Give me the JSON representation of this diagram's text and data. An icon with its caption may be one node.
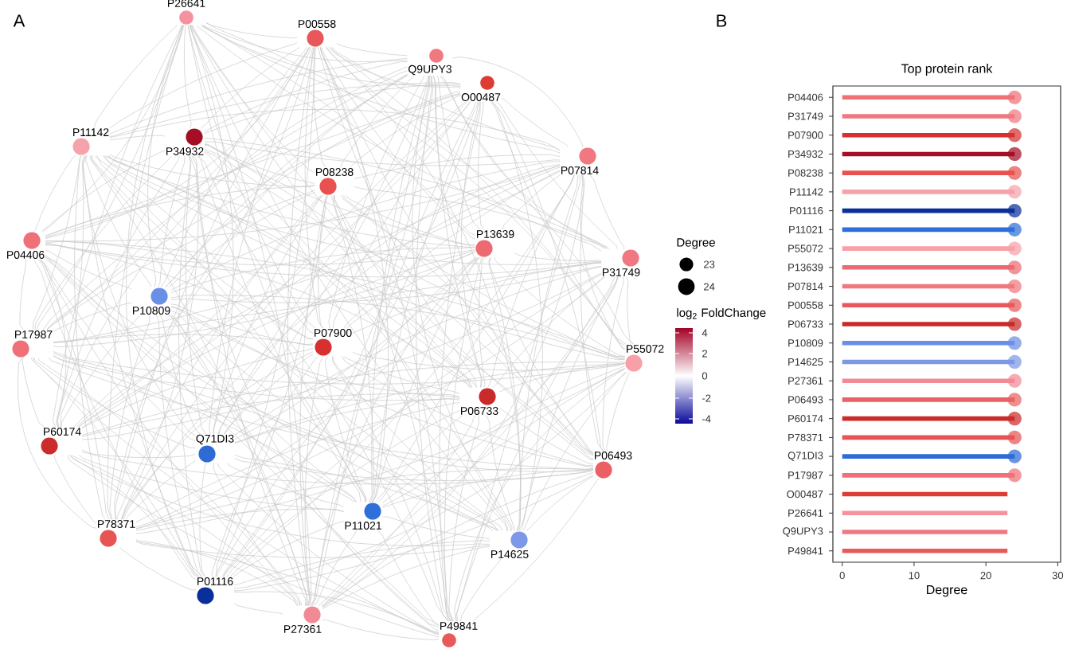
{
  "diagram": {
    "nodes": [
      {
        "text": [
          "P26641"
        ]
      },
      {
        "text": [
          "P00558"
        ]
      },
      {
        "text": [
          "Q9UPY3"
        ]
      },
      {
        "text": [
          "O00487"
        ]
      },
      {
        "text": [
          "P34932"
        ]
      },
      {
        "text": [
          "P11142"
        ]
      },
      {
        "text": [
          "P07814"
        ]
      },
      {
        "text": [
          "P08238"
        ]
      },
      {
        "text": [
          "P04406"
        ]
      },
      {
        "text": [
          "P13639"
        ]
      },
      {
        "text": [
          "P31749"
        ]
      },
      {
        "text": [
          "P10809"
        ]
      },
      {
        "text": [
          "P07900"
        ]
      },
      {
        "text": [
          "P17987"
        ]
      },
      {
        "text": [
          "P55072"
        ]
      },
      {
        "text": [
          "P06733"
        ]
      },
      {
        "text": [
          "P60174"
        ]
      },
      {
        "text": [
          "Q71DI3"
        ]
      },
      {
        "text": [
          "P06493"
        ]
      },
      {
        "text": [
          "P11021"
        ]
      },
      {
        "text": [
          "P78371"
        ]
      },
      {
        "text": [
          "P14625"
        ]
      },
      {
        "text": [
          "P01116"
        ]
      },
      {
        "text": [
          "P27361"
        ]
      },
      {
        "text": [
          "P49841"
        ]
      }
    ],
    "edges": [
      {
        "from": 0,
        "to": 1,
        "arrow": "none"
      },
      {
        "from": 0,
        "to": 2,
        "arrow": "none"
      },
      {
        "from": 0,
        "to": 3,
        "arrow": "none"
      },
      {
        "from": 0,
        "to": 4,
        "arrow": "none"
      },
      {
        "from": 0,
        "to": 5,
        "arrow": "none"
      },
      {
        "from": 0,
        "to": 6,
        "arrow": "none"
      },
      {
        "from": 0,
        "to": 7,
        "arrow": "none"
      },
      {
        "from": 0,
        "to": 8,
        "arrow": "none"
      },
      {
        "from": 0,
        "to": 9,
        "arrow": "none"
      },
      {
        "from": 0,
        "to": 10,
        "arrow": "none"
      },
      {
        "from": 0,
        "to": 11,
        "arrow": "none"
      },
      {
        "from": 0,
        "to": 12,
        "arrow": "none"
      },
      {
        "from": 0,
        "to": 13,
        "arrow": "none"
      },
      {
        "from": 0,
        "to": 14,
        "arrow": "none"
      },
      {
        "from": 0,
        "to": 15,
        "arrow": "none"
      },
      {
        "from": 0,
        "to": 16,
        "arrow": "none"
      },
      {
        "from": 0,
        "to": 17,
        "arrow": "none"
      },
      {
        "from": 0,
        "to": 18,
        "arrow": "none"
      },
      {
        "from": 0,
        "to": 19,
        "arrow": "none"
      },
      {
        "from": 0,
        "to": 20,
        "arrow": "none"
      },
      {
        "from": 0,
        "to": 21,
        "arrow": "none"
      },
      {
        "from": 0,
        "to": 22,
        "arrow": "none"
      },
      {
        "from": 0,
        "to": 23,
        "arrow": "none"
      },
      {
        "from": 1,
        "to": 2,
        "arrow": "none"
      },
      {
        "from": 1,
        "to": 3,
        "arrow": "none"
      },
      {
        "from": 1,
        "to": 4,
        "arrow": "none"
      },
      {
        "from": 1,
        "to": 5,
        "arrow": "none"
      },
      {
        "from": 1,
        "to": 6,
        "arrow": "none"
      },
      {
        "from": 1,
        "to": 7,
        "arrow": "none"
      },
      {
        "from": 1,
        "to": 8,
        "arrow": "none"
      },
      {
        "from": 1,
        "to": 9,
        "arrow": "none"
      },
      {
        "from": 1,
        "to": 10,
        "arrow": "none"
      },
      {
        "from": 1,
        "to": 11,
        "arrow": "none"
      },
      {
        "from": 1,
        "to": 12,
        "arrow": "none"
      },
      {
        "from": 1,
        "to": 13,
        "arrow": "none"
      },
      {
        "from": 1,
        "to": 14,
        "arrow": "none"
      },
      {
        "from": 1,
        "to": 15,
        "arrow": "none"
      },
      {
        "from": 1,
        "to": 16,
        "arrow": "none"
      },
      {
        "from": 1,
        "to": 17,
        "arrow": "none"
      },
      {
        "from": 1,
        "to": 18,
        "arrow": "none"
      },
      {
        "from": 1,
        "to": 19,
        "arrow": "none"
      },
      {
        "from": 1,
        "to": 20,
        "arrow": "none"
      },
      {
        "from": 1,
        "to": 21,
        "arrow": "none"
      },
      {
        "from": 1,
        "to": 22,
        "arrow": "none"
      },
      {
        "from": 1,
        "to": 23,
        "arrow": "none"
      },
      {
        "from": 1,
        "to": 24,
        "arrow": "none"
      },
      {
        "from": 2,
        "to": 4,
        "arrow": "none"
      },
      {
        "from": 2,
        "to": 5,
        "arrow": "none"
      },
      {
        "from": 2,
        "to": 6,
        "arrow": "none"
      },
      {
        "from": 2,
        "to": 7,
        "arrow": "none"
      },
      {
        "from": 2,
        "to": 8,
        "arrow": "none"
      },
      {
        "from": 2,
        "to": 9,
        "arrow": "none"
      },
      {
        "from": 2,
        "to": 10,
        "arrow": "none"
      },
      {
        "from": 2,
        "to": 11,
        "arrow": "none"
      },
      {
        "from": 2,
        "to": 12,
        "arrow": "none"
      },
      {
        "from": 2,
        "to": 13,
        "arrow": "none"
      },
      {
        "from": 2,
        "to": 14,
        "arrow": "none"
      },
      {
        "from": 2,
        "to": 15,
        "arrow": "none"
      },
      {
        "from": 2,
        "to": 16,
        "arrow": "none"
      },
      {
        "from": 2,
        "to": 17,
        "arrow": "none"
      },
      {
        "from": 2,
        "to": 18,
        "arrow": "none"
      },
      {
        "from": 2,
        "to": 19,
        "arrow": "none"
      },
      {
        "from": 2,
        "to": 20,
        "arrow": "none"
      },
      {
        "from": 2,
        "to": 21,
        "arrow": "none"
      },
      {
        "from": 2,
        "to": 22,
        "arrow": "none"
      },
      {
        "from": 2,
        "to": 23,
        "arrow": "none"
      },
      {
        "from": 2,
        "to": 24,
        "arrow": "none"
      },
      {
        "from": 3,
        "to": 4,
        "arrow": "none"
      },
      {
        "from": 3,
        "to": 5,
        "arrow": "none"
      },
      {
        "from": 3,
        "to": 6,
        "arrow": "none"
      },
      {
        "from": 3,
        "to": 7,
        "arrow": "none"
      },
      {
        "from": 3,
        "to": 8,
        "arrow": "none"
      },
      {
        "from": 3,
        "to": 9,
        "arrow": "none"
      },
      {
        "from": 3,
        "to": 10,
        "arrow": "none"
      },
      {
        "from": 3,
        "to": 11,
        "arrow": "none"
      },
      {
        "from": 3,
        "to": 12,
        "arrow": "none"
      },
      {
        "from": 3,
        "to": 13,
        "arrow": "none"
      },
      {
        "from": 3,
        "to": 14,
        "arrow": "none"
      },
      {
        "from": 3,
        "to": 15,
        "arrow": "none"
      },
      {
        "from": 3,
        "to": 16,
        "arrow": "none"
      },
      {
        "from": 3,
        "to": 17,
        "arrow": "none"
      },
      {
        "from": 3,
        "to": 18,
        "arrow": "none"
      },
      {
        "from": 3,
        "to": 19,
        "arrow": "none"
      },
      {
        "from": 3,
        "to": 20,
        "arrow": "none"
      },
      {
        "from": 3,
        "to": 21,
        "arrow": "none"
      },
      {
        "from": 3,
        "to": 22,
        "arrow": "none"
      },
      {
        "from": 3,
        "to": 23,
        "arrow": "none"
      },
      {
        "from": 3,
        "to": 24,
        "arrow": "none"
      },
      {
        "from": 4,
        "to": 5,
        "arrow": "none"
      },
      {
        "from": 4,
        "to": 6,
        "arrow": "none"
      },
      {
        "from": 4,
        "to": 7,
        "arrow": "none"
      },
      {
        "from": 4,
        "to": 8,
        "arrow": "none"
      },
      {
        "from": 4,
        "to": 9,
        "arrow": "none"
      },
      {
        "from": 4,
        "to": 10,
        "arrow": "none"
      },
      {
        "from": 4,
        "to": 11,
        "arrow": "none"
      },
      {
        "from": 4,
        "to": 12,
        "arrow": "none"
      },
      {
        "from": 4,
        "to": 13,
        "arrow": "none"
      },
      {
        "from": 4,
        "to": 14,
        "arrow": "none"
      },
      {
        "from": 4,
        "to": 15,
        "arrow": "none"
      },
      {
        "from": 4,
        "to": 16,
        "arrow": "none"
      },
      {
        "from": 4,
        "to": 17,
        "arrow": "none"
      },
      {
        "from": 4,
        "to": 18,
        "arrow": "none"
      },
      {
        "from": 4,
        "to": 19,
        "arrow": "none"
      },
      {
        "from": 4,
        "to": 20,
        "arrow": "none"
      },
      {
        "from": 4,
        "to": 21,
        "arrow": "none"
      },
      {
        "from": 4,
        "to": 22,
        "arrow": "none"
      },
      {
        "from": 4,
        "to": 23,
        "arrow": "none"
      },
      {
        "from": 4,
        "to": 24,
        "arrow": "none"
      },
      {
        "from": 5,
        "to": 6,
        "arrow": "none"
      },
      {
        "from": 5,
        "to": 7,
        "arrow": "none"
      },
      {
        "from": 5,
        "to": 8,
        "arrow": "none"
      },
      {
        "from": 5,
        "to": 9,
        "arrow": "none"
      },
      {
        "from": 5,
        "to": 10,
        "arrow": "none"
      },
      {
        "from": 5,
        "to": 11,
        "arrow": "none"
      },
      {
        "from": 5,
        "to": 12,
        "arrow": "none"
      },
      {
        "from": 5,
        "to": 13,
        "arrow": "none"
      },
      {
        "from": 5,
        "to": 14,
        "arrow": "none"
      },
      {
        "from": 5,
        "to": 15,
        "arrow": "none"
      },
      {
        "from": 5,
        "to": 16,
        "arrow": "none"
      },
      {
        "from": 5,
        "to": 17,
        "arrow": "none"
      },
      {
        "from": 5,
        "to": 18,
        "arrow": "none"
      },
      {
        "from": 5,
        "to": 19,
        "arrow": "none"
      },
      {
        "from": 5,
        "to": 20,
        "arrow": "none"
      },
      {
        "from": 5,
        "to": 21,
        "arrow": "none"
      },
      {
        "from": 5,
        "to": 22,
        "arrow": "none"
      },
      {
        "from": 5,
        "to": 23,
        "arrow": "none"
      },
      {
        "from": 5,
        "to": 24,
        "arrow": "none"
      },
      {
        "from": 6,
        "to": 7,
        "arrow": "none"
      },
      {
        "from": 6,
        "to": 8,
        "arrow": "none"
      },
      {
        "from": 6,
        "to": 9,
        "arrow": "none"
      },
      {
        "from": 6,
        "to": 10,
        "arrow": "none"
      },
      {
        "from": 6,
        "to": 11,
        "arrow": "none"
      },
      {
        "from": 6,
        "to": 12,
        "arrow": "none"
      },
      {
        "from": 6,
        "to": 13,
        "arrow": "none"
      },
      {
        "from": 6,
        "to": 14,
        "arrow": "none"
      },
      {
        "from": 6,
        "to": 15,
        "arrow": "none"
      },
      {
        "from": 6,
        "to": 16,
        "arrow": "none"
      },
      {
        "from": 6,
        "to": 17,
        "arrow": "none"
      },
      {
        "from": 6,
        "to": 18,
        "arrow": "none"
      },
      {
        "from": 6,
        "to": 19,
        "arrow": "none"
      },
      {
        "from": 6,
        "to": 20,
        "arrow": "none"
      },
      {
        "from": 6,
        "to": 21,
        "arrow": "none"
      },
      {
        "from": 6,
        "to": 22,
        "arrow": "none"
      },
      {
        "from": 6,
        "to": 23,
        "arrow": "none"
      },
      {
        "from": 6,
        "to": 24,
        "arrow": "none"
      },
      {
        "from": 7,
        "to": 8,
        "arrow": "none"
      },
      {
        "from": 7,
        "to": 9,
        "arrow": "none"
      },
      {
        "from": 7,
        "to": 10,
        "arrow": "none"
      },
      {
        "from": 7,
        "to": 11,
        "arrow": "none"
      },
      {
        "from": 7,
        "to": 12,
        "arrow": "none"
      },
      {
        "from": 7,
        "to": 13,
        "arrow": "none"
      },
      {
        "from": 7,
        "to": 14,
        "arrow": "none"
      },
      {
        "from": 7,
        "to": 15,
        "arrow": "none"
      },
      {
        "from": 7,
        "to": 16,
        "arrow": "none"
      },
      {
        "from": 7,
        "to": 17,
        "arrow": "none"
      },
      {
        "from": 7,
        "to": 18,
        "arrow": "none"
      },
      {
        "from": 7,
        "to": 19,
        "arrow": "none"
      },
      {
        "from": 7,
        "to": 20,
        "arrow": "none"
      },
      {
        "from": 7,
        "to": 21,
        "arrow": "none"
      },
      {
        "from": 7,
        "to": 22,
        "arrow": "none"
      },
      {
        "from": 7,
        "to": 23,
        "arrow": "none"
      },
      {
        "from": 7,
        "to": 24,
        "arrow": "none"
      },
      {
        "from": 8,
        "to": 9,
        "arrow": "none"
      },
      {
        "from": 8,
        "to": 10,
        "arrow": "none"
      },
      {
        "from": 8,
        "to": 11,
        "arrow": "none"
      },
      {
        "from": 8,
        "to": 12,
        "arrow": "none"
      },
      {
        "from": 8,
        "to": 13,
        "arrow": "none"
      },
      {
        "from": 8,
        "to": 14,
        "arrow": "none"
      },
      {
        "from": 8,
        "to": 15,
        "arrow": "none"
      },
      {
        "from": 8,
        "to": 16,
        "arrow": "none"
      },
      {
        "from": 8,
        "to": 17,
        "arrow": "none"
      },
      {
        "from": 8,
        "to": 18,
        "arrow": "none"
      },
      {
        "from": 8,
        "to": 19,
        "arrow": "none"
      },
      {
        "from": 8,
        "to": 20,
        "arrow": "none"
      },
      {
        "from": 8,
        "to": 21,
        "arrow": "none"
      },
      {
        "from": 8,
        "to": 22,
        "arrow": "none"
      },
      {
        "from": 8,
        "to": 23,
        "arrow": "none"
      },
      {
        "from": 8,
        "to": 24,
        "arrow": "none"
      },
      {
        "from": 9,
        "to": 10,
        "arrow": "none"
      },
      {
        "from": 9,
        "to": 11,
        "arrow": "none"
      },
      {
        "from": 9,
        "to": 12,
        "arrow": "none"
      },
      {
        "from": 9,
        "to": 13,
        "arrow": "none"
      },
      {
        "from": 9,
        "to": 14,
        "arrow": "none"
      },
      {
        "from": 9,
        "to": 15,
        "arrow": "none"
      },
      {
        "from": 9,
        "to": 16,
        "arrow": "none"
      },
      {
        "from": 9,
        "to": 17,
        "arrow": "none"
      },
      {
        "from": 9,
        "to": 18,
        "arrow": "none"
      },
      {
        "from": 9,
        "to": 19,
        "arrow": "none"
      },
      {
        "from": 9,
        "to": 20,
        "arrow": "none"
      },
      {
        "from": 9,
        "to": 21,
        "arrow": "none"
      },
      {
        "from": 9,
        "to": 22,
        "arrow": "none"
      },
      {
        "from": 9,
        "to": 23,
        "arrow": "none"
      },
      {
        "from": 9,
        "to": 24,
        "arrow": "none"
      },
      {
        "from": 10,
        "to": 11,
        "arrow": "none"
      },
      {
        "from": 10,
        "to": 12,
        "arrow": "none"
      },
      {
        "from": 10,
        "to": 13,
        "arrow": "none"
      },
      {
        "from": 10,
        "to": 14,
        "arrow": "none"
      },
      {
        "from": 10,
        "to": 15,
        "arrow": "none"
      },
      {
        "from": 10,
        "to": 16,
        "arrow": "none"
      },
      {
        "from": 10,
        "to": 17,
        "arrow": "none"
      },
      {
        "from": 10,
        "to": 18,
        "arrow": "none"
      },
      {
        "from": 10,
        "to": 19,
        "arrow": "none"
      },
      {
        "from": 10,
        "to": 20,
        "arrow": "none"
      },
      {
        "from": 10,
        "to": 21,
        "arrow": "none"
      },
      {
        "from": 10,
        "to": 22,
        "arrow": "none"
      },
      {
        "from": 10,
        "to": 23,
        "arrow": "none"
      },
      {
        "from": 10,
        "to": 24,
        "arrow": "none"
      },
      {
        "from": 11,
        "to": 12,
        "arrow": "none"
      },
      {
        "from": 11,
        "to": 13,
        "arrow": "none"
      },
      {
        "from": 11,
        "to": 14,
        "arrow": "none"
      },
      {
        "from": 11,
        "to": 15,
        "arrow": "none"
      },
      {
        "from": 11,
        "to": 16,
        "arrow": "none"
      },
      {
        "from": 11,
        "to": 17,
        "arrow": "none"
      },
      {
        "from": 11,
        "to": 18,
        "arrow": "none"
      },
      {
        "from": 11,
        "to": 19,
        "arrow": "none"
      },
      {
        "from": 11,
        "to": 20,
        "arrow": "none"
      },
      {
        "from": 11,
        "to": 21,
        "arrow": "none"
      },
      {
        "from": 11,
        "to": 22,
        "arrow": "none"
      },
      {
        "from": 11,
        "to": 23,
        "arrow": "none"
      },
      {
        "from": 11,
        "to": 24,
        "arrow": "none"
      },
      {
        "from": 12,
        "to": 13,
        "arrow": "none"
      },
      {
        "from": 12,
        "to": 14,
        "arrow": "none"
      },
      {
        "from": 12,
        "to": 15,
        "arrow": "none"
      },
      {
        "from": 12,
        "to": 16,
        "arrow": "none"
      },
      {
        "from": 12,
        "to": 17,
        "arrow": "none"
      },
      {
        "from": 12,
        "to": 18,
        "arrow": "none"
      },
      {
        "from": 12,
        "to": 19,
        "arrow": "none"
      },
      {
        "from": 12,
        "to": 20,
        "arrow": "none"
      },
      {
        "from": 12,
        "to": 21,
        "arrow": "none"
      },
      {
        "from": 12,
        "to": 22,
        "arrow": "none"
      },
      {
        "from": 12,
        "to": 23,
        "arrow": "none"
      },
      {
        "from": 12,
        "to": 24,
        "arrow": "none"
      },
      {
        "from": 13,
        "to": 14,
        "arrow": "none"
      },
      {
        "from": 13,
        "to": 15,
        "arrow": "none"
      },
      {
        "from": 13,
        "to": 16,
        "arrow": "none"
      },
      {
        "from": 13,
        "to": 17,
        "arrow": "none"
      },
      {
        "from": 13,
        "to": 18,
        "arrow": "none"
      },
      {
        "from": 13,
        "to": 19,
        "arrow": "none"
      },
      {
        "from": 13,
        "to": 20,
        "arrow": "none"
      },
      {
        "from": 13,
        "to": 21,
        "arrow": "none"
      },
      {
        "from": 13,
        "to": 22,
        "arrow": "none"
      },
      {
        "from": 13,
        "to": 23,
        "arrow": "none"
      },
      {
        "from": 13,
        "to": 24,
        "arrow": "none"
      },
      {
        "from": 14,
        "to": 15,
        "arrow": "none"
      },
      {
        "from": 14,
        "to": 16,
        "arrow": "none"
      },
      {
        "from": 14,
        "to": 17,
        "arrow": "none"
      },
      {
        "from": 14,
        "to": 18,
        "arrow": "none"
      },
      {
        "from": 14,
        "to": 19,
        "arrow": "none"
      },
      {
        "from": 14,
        "to": 20,
        "arrow": "none"
      },
      {
        "from": 14,
        "to": 21,
        "arrow": "none"
      },
      {
        "from": 14,
        "to": 22,
        "arrow": "none"
      },
      {
        "from": 14,
        "to": 23,
        "arrow": "none"
      },
      {
        "from": 14,
        "to": 24,
        "arrow": "none"
      },
      {
        "from": 15,
        "to": 16,
        "arrow": "none"
      },
      {
        "from": 15,
        "to": 17,
        "arrow": "none"
      },
      {
        "from": 15,
        "to": 18,
        "arrow": "none"
      },
      {
        "from": 15,
        "to": 19,
        "arrow": "none"
      },
      {
        "from": 15,
        "to": 20,
        "arrow": "none"
      },
      {
        "from": 15,
        "to": 21,
        "arrow": "none"
      },
      {
        "from": 15,
        "to": 22,
        "arrow": "none"
      },
      {
        "from": 15,
        "to": 23,
        "arrow": "none"
      },
      {
        "from": 15,
        "to": 24,
        "arrow": "none"
      },
      {
        "from": 16,
        "to": 17,
        "arrow": "none"
      },
      {
        "from": 16,
        "to": 18,
        "arrow": "none"
      },
      {
        "from": 16,
        "to": 19,
        "arrow": "none"
      },
      {
        "from": 16,
        "to": 20,
        "arrow": "none"
      },
      {
        "from": 16,
        "to": 21,
        "arrow": "none"
      },
      {
        "from": 16,
        "to": 22,
        "arrow": "none"
      },
      {
        "from": 16,
        "to": 23,
        "arrow": "none"
      },
      {
        "from": 16,
        "to": 24,
        "arrow": "none"
      },
      {
        "from": 17,
        "to": 18,
        "arrow": "none"
      },
      {
        "from": 17,
        "to": 19,
        "arrow": "none"
      },
      {
        "from": 17,
        "to": 20,
        "arrow": "none"
      },
      {
        "from": 17,
        "to": 21,
        "arrow": "none"
      },
      {
        "from": 17,
        "to": 22,
        "arrow": "none"
      },
      {
        "from": 17,
        "to": 23,
        "arrow": "none"
      },
      {
        "from": 17,
        "to": 24,
        "arrow": "none"
      },
      {
        "from": 18,
        "to": 19,
        "arrow": "none"
      },
      {
        "from": 18,
        "to": 20,
        "arrow": "none"
      },
      {
        "from": 18,
        "to": 21,
        "arrow": "none"
      },
      {
        "from": 18,
        "to": 22,
        "arrow": "none"
      },
      {
        "from": 18,
        "to": 23,
        "arrow": "none"
      },
      {
        "from": 18,
        "to": 24,
        "arrow": "none"
      },
      {
        "from": 19,
        "to": 20,
        "arrow": "none"
      },
      {
        "from": 19,
        "to": 21,
        "arrow": "none"
      },
      {
        "from": 19,
        "to": 22,
        "arrow": "none"
      },
      {
        "from": 19,
        "to": 23,
        "arrow": "none"
      },
      {
        "from": 19,
        "to": 24,
        "arrow": "none"
      },
      {
        "from": 20,
        "to": 21,
        "arrow": "none"
      },
      {
        "from": 20,
        "to": 22,
        "arrow": "none"
      },
      {
        "from": 20,
        "to": 23,
        "arrow": "none"
      },
      {
        "from": 20,
        "to": 24,
        "arrow": "none"
      },
      {
        "from": 21,
        "to": 22,
        "arrow": "none"
      },
      {
        "from": 21,
        "to": 23,
        "arrow": "none"
      },
      {
        "from": 21,
        "to": 24,
        "arrow": "none"
      },
      {
        "from": 22,
        "to": 23,
        "arrow": "none"
      },
      {
        "from": 22,
        "to": 24,
        "arrow": "none"
      },
      {
        "from": 23,
        "to": 24,
        "arrow": "none"
      }
    ],
    "labels": [
      "A",
      "B",
      "Degree",
      "log$_{2}$ FoldChange",
      "4",
      "2",
      "0",
      "-2",
      "-4"
    ],
    "legend": [
      {
        "text": "23"
      },
      {
        "text": "24"
      }
    ],
    "chart_data": {
      "type": "bar",
      "orientation": "horizontal",
      "title": "Top protein rank",
      "xlabel": "Degree",
      "categories": [
        "P04406",
        "P31749",
        "P07900",
        "P34932",
        "P08238",
        "P11142",
        "P01116",
        "P11021",
        "P55072",
        "P13639",
        "P07814",
        "P00558",
        "P06733",
        "P10809",
        "P14625",
        "P27361",
        "P06493",
        "P60174",
        "P78371",
        "Q71DI3",
        "P17987",
        "O00487",
        "P26641",
        "Q9UPY3",
        "P49841"
      ],
      "values": [
        24,
        24,
        24,
        24,
        24,
        24,
        24,
        24,
        24,
        24,
        24,
        24,
        24,
        24,
        24,
        24,
        24,
        24,
        24,
        24,
        24,
        23,
        23,
        23,
        23
      ],
      "xlim": [
        -1.3,
        30.4
      ],
      "xticks": [
        0,
        10,
        20,
        30
      ]
    }
  }
}
